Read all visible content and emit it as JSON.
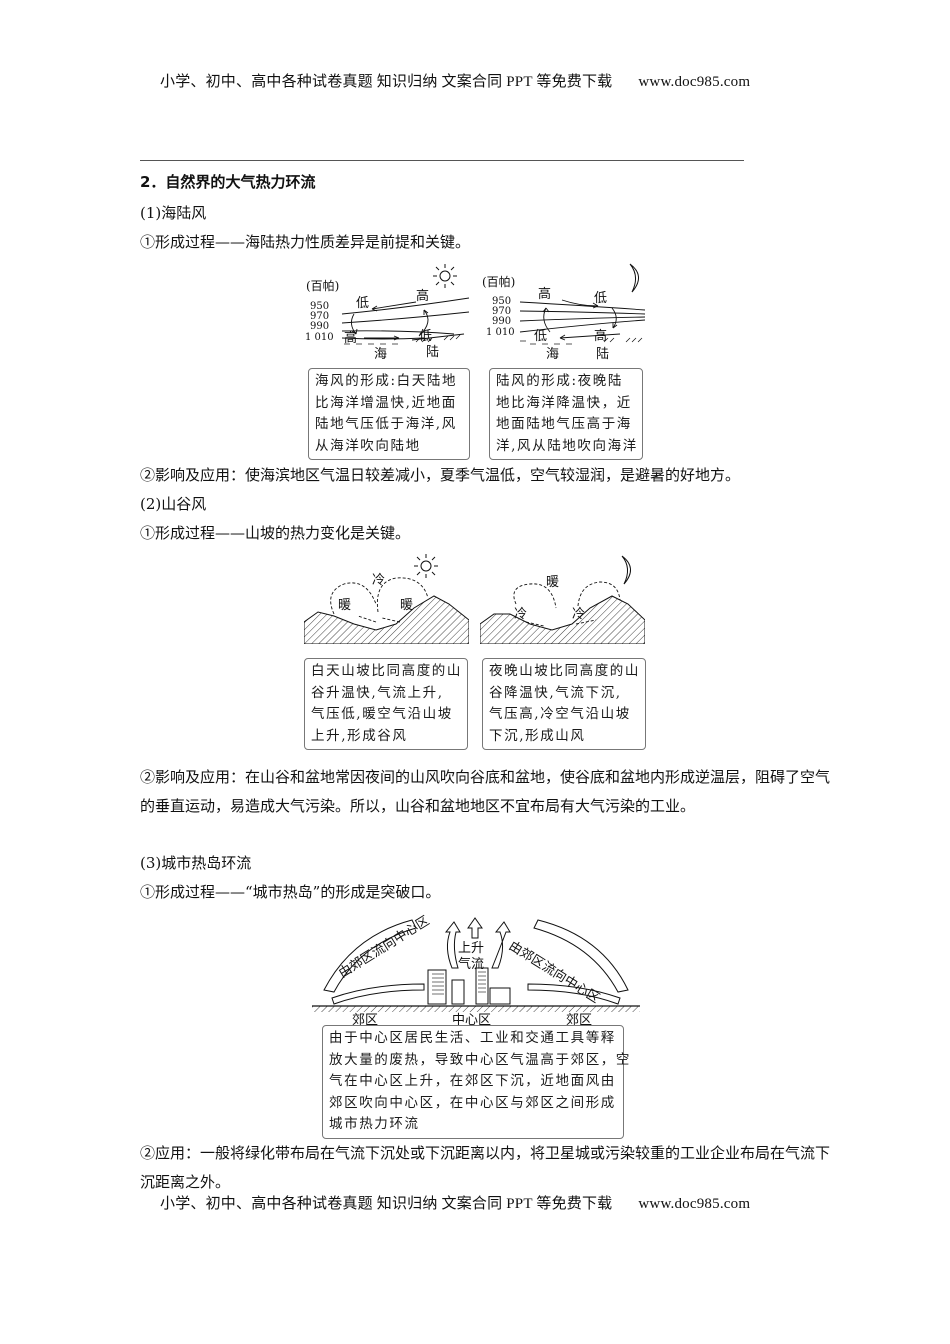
{
  "header": {
    "watermark_text": "小学、初中、高中各种试卷真题  知识归纳  文案合同  PPT 等免费下载",
    "watermark_url": "www.doc985.com"
  },
  "footer": {
    "watermark_text": "小学、初中、高中各种试卷真题  知识归纳  文案合同  PPT 等免费下载",
    "watermark_url": "www.doc985.com"
  },
  "section": {
    "title": "2．自然界的大气热力环流",
    "sea_land": {
      "heading": "(1)海陆风",
      "formation": "①形成过程——海陆热力性质差异是前提和关键。",
      "diagram_day": {
        "unit": "(百帕)",
        "isobars": [
          "950",
          "970",
          "990",
          "1 010"
        ],
        "labels": {
          "upper_left": "低",
          "upper_right": "高",
          "lower_left": "高",
          "lower_right": "低",
          "sea": "海",
          "land": "陆"
        },
        "icon": "sun-icon"
      },
      "diagram_night": {
        "unit": "(百帕)",
        "isobars": [
          "950",
          "970",
          "990",
          "1 010"
        ],
        "labels": {
          "upper_left": "高",
          "upper_right": "低",
          "lower_left": "低",
          "lower_right": "高",
          "sea": "海",
          "land": "陆"
        },
        "icon": "moon-icon"
      },
      "box_day": [
        "海风的形成:白天陆地",
        "比海洋增温快,近地面",
        "陆地气压低于海洋,风",
        "从海洋吹向陆地"
      ],
      "box_night": [
        "陆风的形成:夜晚陆",
        "地比海洋降温快，近",
        "地面陆地气压高于海",
        "洋,风从陆地吹向海洋"
      ],
      "impact": "②影响及应用：使海滨地区气温日较差减小，夏季气温低，空气较湿润，是避暑的好地方。"
    },
    "mountain_valley": {
      "heading": "(2)山谷风",
      "formation": "①形成过程——山坡的热力变化是关键。",
      "diagram_day": {
        "labels": [
          "冷",
          "暖",
          "暖"
        ],
        "icon": "sun-icon"
      },
      "diagram_night": {
        "labels": [
          "暖",
          "冷",
          "冷"
        ],
        "icon": "moon-icon"
      },
      "box_day": [
        "白天山坡比同高度的山",
        "谷升温快,气流上升,",
        "气压低,暖空气沿山坡",
        "上升,形成谷风"
      ],
      "box_night": [
        "夜晚山坡比同高度的山",
        "谷降温快,气流下沉,",
        "气压高,冷空气沿山坡",
        "下沉,形成山风"
      ],
      "impact": "②影响及应用：在山谷和盆地常因夜间的山风吹向谷底和盆地，使谷底和盆地内形成逆温层，阻碍了空气的垂直运动，易造成大气污染。所以，山谷和盆地地区不宜布局有大气污染的工业。"
    },
    "urban_heat": {
      "heading": "(3)城市热岛环流",
      "formation": "①形成过程——“城市热岛”的形成是突破口。",
      "diagram": {
        "arc_left": "由郊区流向中心区",
        "arc_right": "由郊区流向中心区",
        "rising_1": "上升",
        "rising_2": "气流",
        "ground_left": "郊区",
        "ground_center": "中心区",
        "ground_right": "郊区"
      },
      "box": [
        "由于中心区居民生活、工业和交通工具等释",
        "放大量的废热，导致中心区气温高于郊区，空",
        "气在中心区上升，在郊区下沉，近地面风由",
        "郊区吹向中心区，在中心区与郊区之间形成",
        "城市热力环流"
      ],
      "application": "②应用：一般将绿化带布局在气流下沉处或下沉距离以内，将卫星城或污染较重的工业企业布局在气流下沉距离之外。"
    }
  }
}
